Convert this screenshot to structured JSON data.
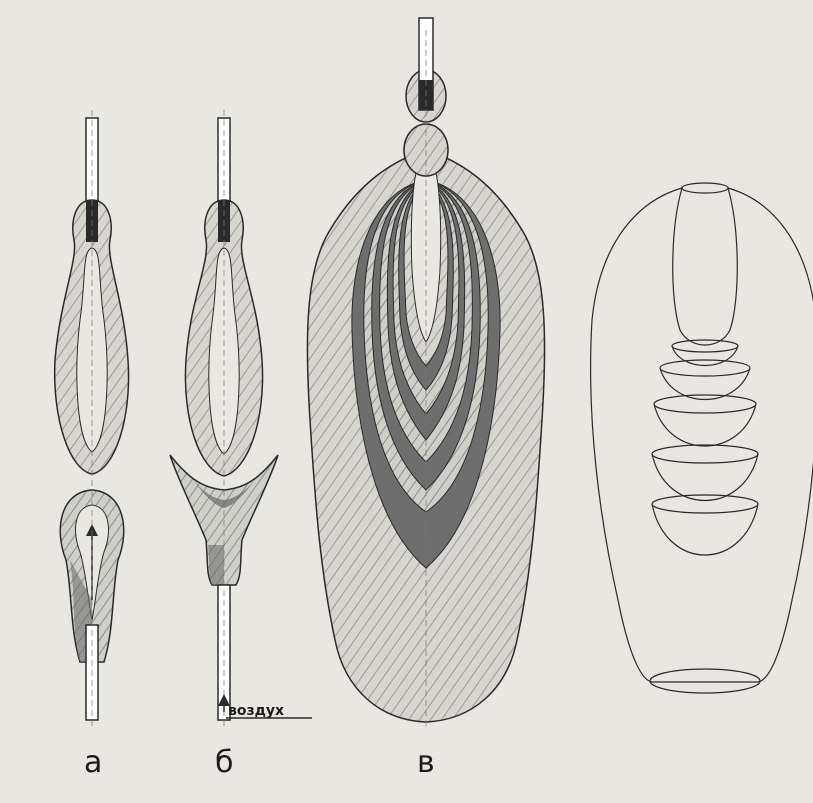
{
  "labels": {
    "a": "а",
    "b": "б",
    "v": "в",
    "air": "воздух"
  },
  "colors": {
    "paper": "#e9e7e1",
    "ink": "#2a2a2a",
    "glass": "#c9c9c4",
    "dark_layer": "#6e6e6e",
    "hatch": "#9a9a95"
  }
}
